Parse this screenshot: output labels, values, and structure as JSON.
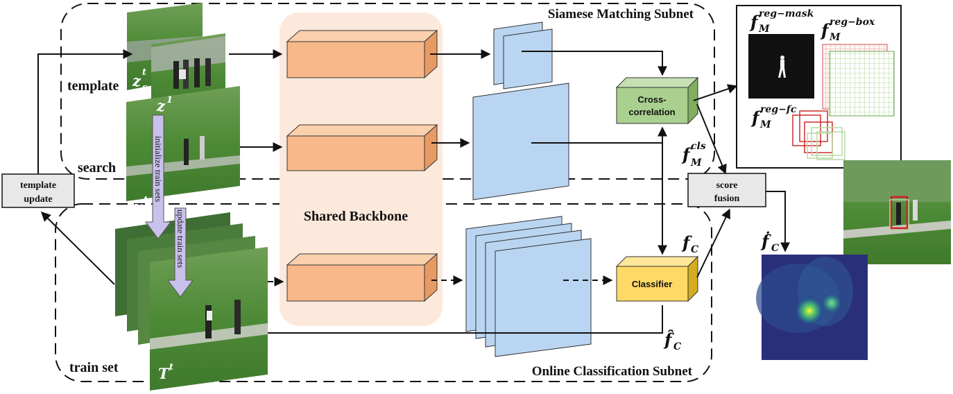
{
  "subnets": {
    "siamese": "Siamese Matching Subnet",
    "online": "Online Classification Subnet"
  },
  "backbone": {
    "label": "Shared Backbone"
  },
  "inputs": {
    "template": "template",
    "search": "search",
    "train_set": "train set"
  },
  "symbols": {
    "z_s": "z",
    "z_s_sub": "s",
    "z_s_sup": "t",
    "z1": "z",
    "z1_sup": "1",
    "x": "x",
    "x_sup": "t",
    "T": "T",
    "T_sup": "t"
  },
  "arrows": {
    "init": "initialize train sets",
    "update": "update train sets"
  },
  "boxes": {
    "template_update_1": "template",
    "template_update_2": "update",
    "xcorr_1": "Cross-",
    "xcorr_2": "correlation",
    "classifier": "Classifier",
    "score_fusion_1": "score",
    "score_fusion_2": "fusion"
  },
  "outputs": {
    "f_mask": "f",
    "f_mask_sup": "reg−mask",
    "f_box": "f",
    "f_box_sup": "reg−box",
    "f_fc": "f",
    "f_fc_sup": "reg−fc",
    "f_sub_m": "M",
    "f_cls": "f",
    "f_cls_sup": "cls",
    "f_c": "f",
    "f_c_sub": "C",
    "f_c_hat": "f̂",
    "f_c_dot": "ḟ"
  },
  "colors": {
    "backbone_bg": "#fde9dc",
    "conv_block": "#f8b88a",
    "feature_map": "#b9d5f1",
    "xcorr": "#a9d08e",
    "classifier": "#ffd966",
    "fusion_box": "#e8e8e8",
    "grass": "#4e8a3a"
  }
}
